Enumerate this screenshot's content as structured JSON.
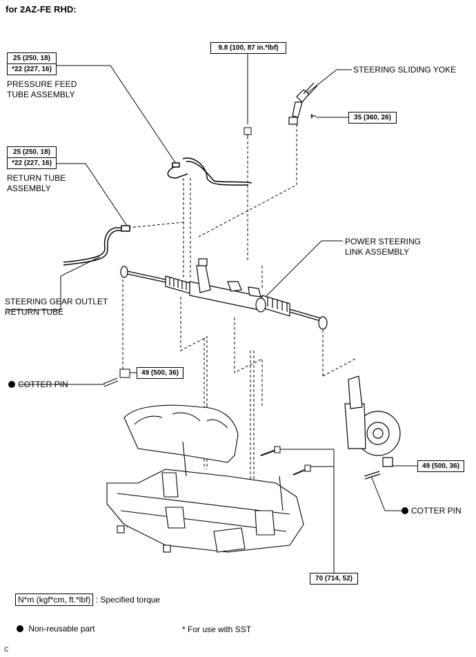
{
  "title": "for 2AZ-FE RHD:",
  "torques": {
    "pressure_feed": {
      "line1": "25 (250, 18)",
      "line2": "*22 (227, 16)"
    },
    "return_tube": {
      "line1": "25 (250, 18)",
      "line2": "*22 (227, 16)"
    },
    "bolt_top": "9.8 (100, 87 in.*lbf)",
    "yoke_bolt": "35 (360, 26)",
    "tie_rod_left": "49 (500, 36)",
    "tie_rod_right": "49 (500, 36)",
    "crossmember": "70 (714, 52)"
  },
  "labels": {
    "pressure_feed_line1": "PRESSURE FEED",
    "pressure_feed_line2": "TUBE ASSEMBLY",
    "return_tube_line1": "RETURN TUBE",
    "return_tube_line2": "ASSEMBLY",
    "sliding_yoke": "STEERING SLIDING YOKE",
    "link_assembly_line1": "POWER STEERING",
    "link_assembly_line2": "LINK ASSEMBLY",
    "outlet_line1": "STEERING GEAR OUTLET",
    "outlet_line2": "RETURN TUBE",
    "cotter_pin_left": "COTTER PIN",
    "cotter_pin_right": "COTTER PIN"
  },
  "legend": {
    "specified_unit": "N*m (kgf*cm, ft.*lbf)",
    "specified_text": ": Specified torque",
    "non_reusable": "Non-reusable part",
    "sst_note": "* For use with SST"
  },
  "corner_code": "C"
}
